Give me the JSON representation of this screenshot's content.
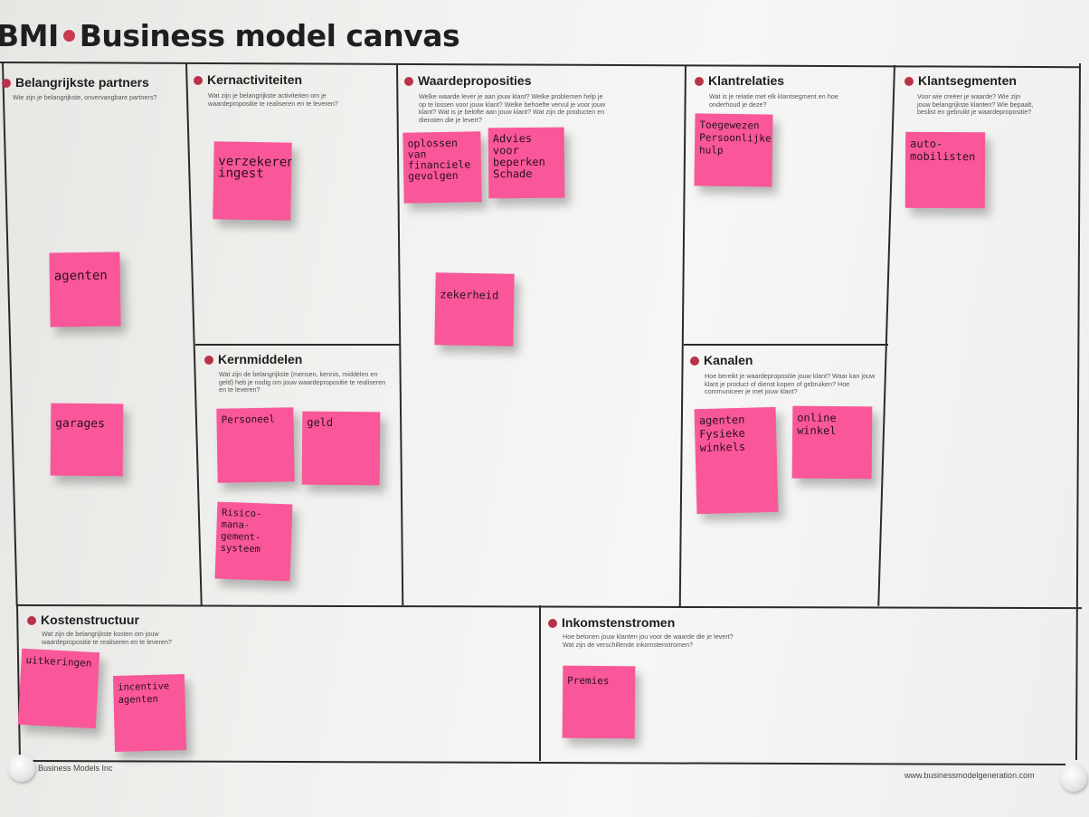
{
  "title": {
    "logo": "BMI",
    "text": "Business model canvas"
  },
  "sections": {
    "partners": {
      "heading": "Belangrijkste partners",
      "question": "Wie zijn je belangrijkste, onvervangbare partners?"
    },
    "activities": {
      "heading": "Kernactiviteiten",
      "question": "Wat zijn je belangrijkste activiteiten om je waardepropositie te realiseren en te leveren?"
    },
    "value": {
      "heading": "Waardeproposities",
      "question": "Welke waarde lever je aan jouw klant? Welke problemen help je op te lossen voor jouw klant? Welke behoefte vervul je voor jouw klant? Wat is je belofte aan jouw klant? Wat zijn de producten en diensten die je levert?"
    },
    "relations": {
      "heading": "Klantrelaties",
      "question": "Wat is je relatie met elk klantsegment en hoe onderhoud je deze?"
    },
    "segments": {
      "heading": "Klantsegmenten",
      "question": "Voor wie creëer je waarde? Wie zijn jouw belangrijkste klanten? Wie bepaalt, beslist en gebruikt je waardepropositie?"
    },
    "resources": {
      "heading": "Kernmiddelen",
      "question": "Wat zijn de belangrijkste (mensen, kennis, middelen en geld) heb je nodig om jouw waardepropositie te realiseren en te leveren?"
    },
    "channels": {
      "heading": "Kanalen",
      "question": "Hoe bereikt je waardepropositie jouw klant? Waar kan jouw klant je product of dienst kopen of gebruiken? Hoe communiceer je met jouw klant?"
    },
    "costs": {
      "heading": "Kostenstructuur",
      "question": "Wat zijn de belangrijkste kosten om jouw waardepropositie te realiseren en te leveren?"
    },
    "revenue": {
      "heading": "Inkomstenstromen",
      "question": "Hoe belonen jouw klanten jou voor de waarde die je levert? Wat zijn de verschillende inkomstenstromen?"
    }
  },
  "notes": {
    "partners": [
      "agenten",
      "garages"
    ],
    "activities": [
      "verzekeren\ningest"
    ],
    "value": [
      "oplossen\nvan\nfinanciele\ngevolgen",
      "Advies\nvoor\nbeperken\nSchade",
      "zekerheid"
    ],
    "relations": [
      "Toegewezen\nPersoonlijke\nhulp"
    ],
    "segments": [
      "auto-\nmobilisten"
    ],
    "resources": [
      "Personeel",
      "geld",
      "Risico-mana-\ngement-\nsysteem"
    ],
    "channels": [
      "agenten\nFysieke\nwinkels",
      "online\nwinkel"
    ],
    "costs": [
      "uitkeringen",
      "incentive\nagenten"
    ],
    "revenue": [
      "Premies"
    ]
  },
  "footer": {
    "left": "Business Models Inc",
    "right": "www.businessmodelgeneration.com"
  },
  "colors": {
    "note": "#f9579a",
    "bullet": "#b8324a",
    "line": "#2b2b2b"
  }
}
